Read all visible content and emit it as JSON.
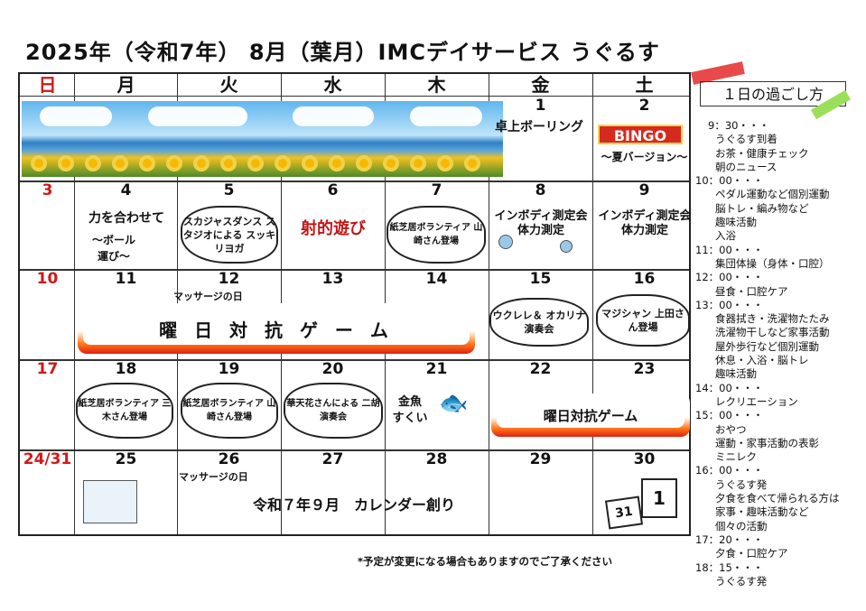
{
  "title": "2025年（令和7年） 8月（葉月）IMCデイサービス うぐるす",
  "weekdays": [
    "日",
    "月",
    "火",
    "水",
    "木",
    "金",
    "土"
  ],
  "week1": {
    "fri": "1",
    "sat": "2",
    "fri_event": "卓上ボーリング",
    "sat_event_logo": "BINGO",
    "sat_event_text": "〜夏バージョン〜"
  },
  "week2": {
    "days": [
      "3",
      "4",
      "5",
      "6",
      "7",
      "8",
      "9"
    ],
    "mon_event_1": "力を合わせて",
    "mon_event_2": "〜ボール",
    "mon_event_3": "運び〜",
    "tue_event": "スカジャスダンス スタジオによる スッキリヨガ",
    "wed_event": "射的遊び",
    "thu_event": "紙芝居ボランティア 山崎さん登場",
    "fri_event": "インボディ測定会 体力測定",
    "sat_event": "インボディ測定会 体力測定"
  },
  "week3": {
    "days": [
      "10",
      "11",
      "12",
      "13",
      "14",
      "15",
      "16"
    ],
    "tue_note": "マッサージの日",
    "banner": "曜 日 対 抗 ゲ ー ム",
    "fri_event": "ウクレレ＆ オカリナ演奏会",
    "sat_event": "マジシャン 上田さん登場"
  },
  "week4": {
    "days": [
      "17",
      "18",
      "19",
      "20",
      "21",
      "22",
      "23"
    ],
    "mon_event": "紙芝居ボランティア 三木さん登場",
    "tue_event": "紙芝居ボランティア 山崎さん登場",
    "wed_event": "華天花さんによる 二胡演奏会",
    "thu_event_1": "金魚",
    "thu_event_2": "すくい",
    "banner": "曜日対抗ゲーム"
  },
  "week5": {
    "days": [
      "24/31",
      "25",
      "26",
      "27",
      "28",
      "29",
      "30"
    ],
    "tue_note": "マッサージの日",
    "banner": "令和７年９月　カレンダー創り",
    "cal_icon_a": "31",
    "cal_icon_b": "1"
  },
  "footnote": "*予定が変更になる場合もありますのでご了承ください",
  "schedule_title": "１日の過ごし方",
  "schedule": [
    {
      "time": "9：30・・・",
      "items": [
        "うぐるす到着",
        "お茶・健康チェック",
        "朝のニュース"
      ]
    },
    {
      "time": "10：00・・・",
      "items": [
        "ペダル運動など個別運動",
        "脳トレ・編み物など",
        "趣味活動",
        "入浴"
      ]
    },
    {
      "time": "11：00・・・",
      "items": [
        "集団体操（身体・口腔）"
      ]
    },
    {
      "time": "12：00・・・",
      "items": [
        "昼食・口腔ケア"
      ]
    },
    {
      "time": "13：00・・・",
      "items": [
        "食器拭き・洗濯物たたみ",
        "洗濯物干しなど家事活動",
        "屋外歩行など個別運動",
        "休息・入浴・脳トレ",
        "趣味活動"
      ]
    },
    {
      "time": "14：00・・・",
      "items": [
        "レクリエーション"
      ]
    },
    {
      "time": "15：00・・・",
      "items": [
        "おやつ",
        "運動・家事活動の表彰",
        "ミニレク"
      ]
    },
    {
      "time": "16：00・・・",
      "items": [
        "うぐるす発",
        "夕食を食べて帰られる方は",
        "家事・趣味活動など",
        "個々の活動"
      ]
    },
    {
      "time": "17：20・・・",
      "items": [
        "夕食・口腔ケア"
      ]
    },
    {
      "time": "18：15・・・",
      "items": [
        "うぐるす発"
      ]
    }
  ]
}
